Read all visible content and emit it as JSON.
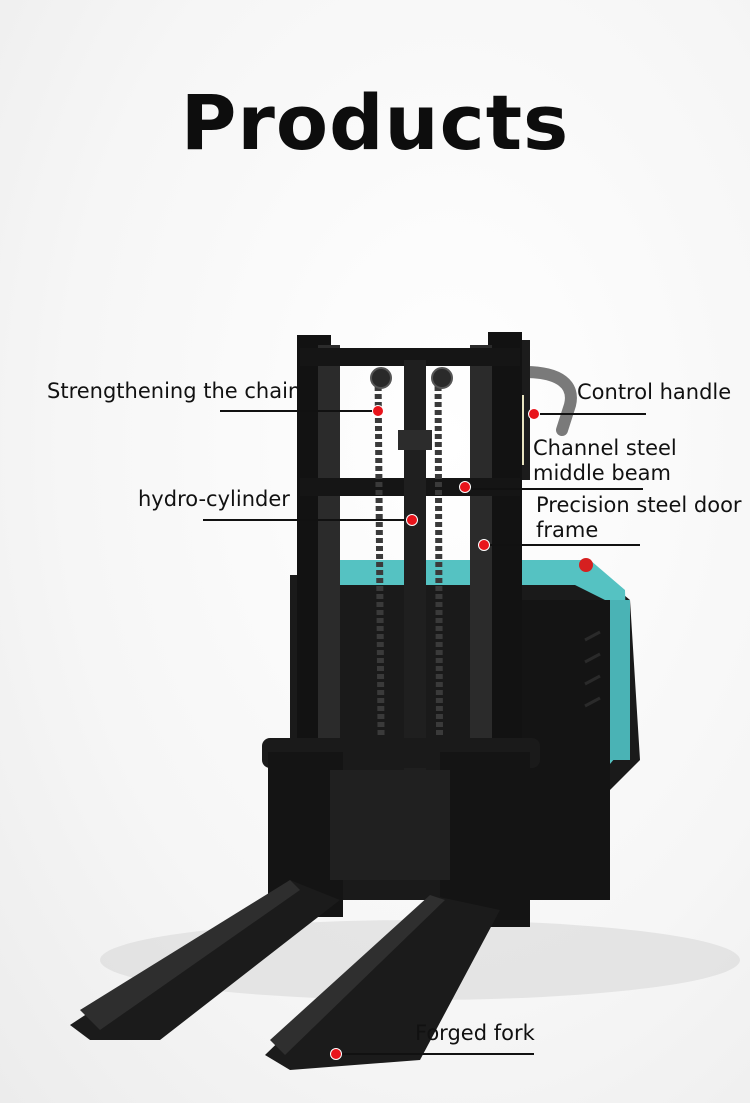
{
  "page": {
    "title": "Products"
  },
  "colors": {
    "accent_dot": "#e8141b",
    "body_teal": "#55c2c2",
    "frame_black": "#141414"
  },
  "callouts": [
    {
      "id": "chain",
      "text": "Strengthening the chain"
    },
    {
      "id": "handle",
      "text": "Control handle"
    },
    {
      "id": "beam",
      "text": "Channel steel middle beam"
    },
    {
      "id": "cylinder",
      "text": "hydro-cylinder"
    },
    {
      "id": "doorframe",
      "text": "Precision steel door frame"
    },
    {
      "id": "fork",
      "text": "Forged fork"
    }
  ]
}
